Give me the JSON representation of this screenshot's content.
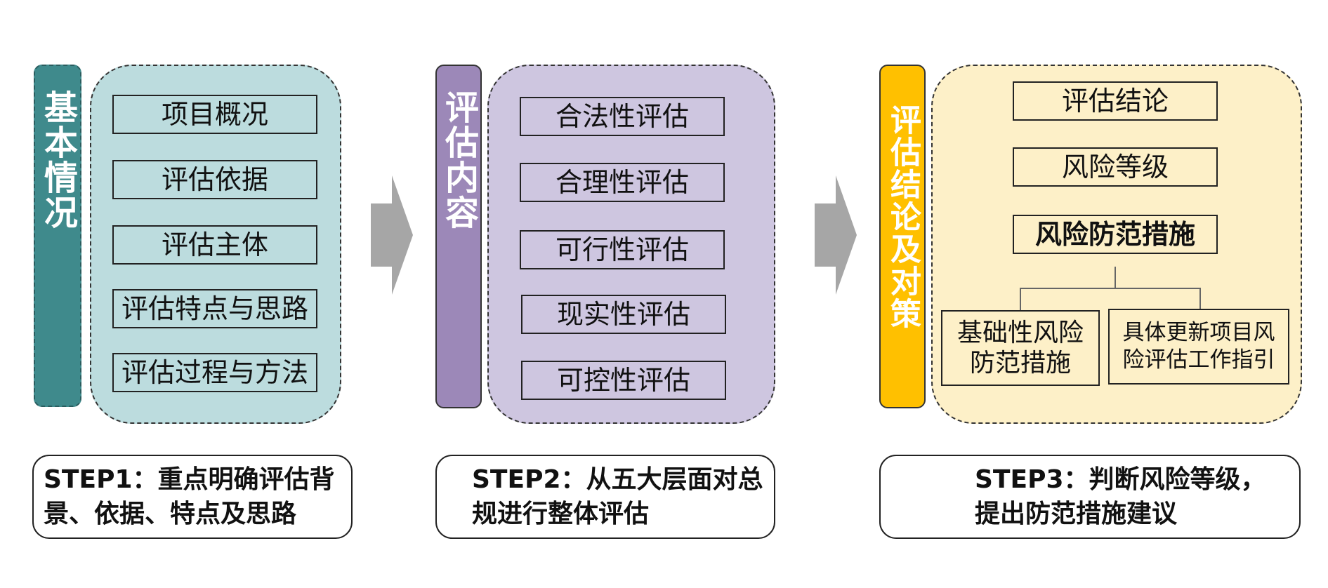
{
  "colors": {
    "teal": "#3f8a8c",
    "teal_panel": "#bcdcde",
    "purple": "#9c88b8",
    "purple_panel": "#cec6e0",
    "gold": "#ffc000",
    "gold_panel": "#fdf0c8",
    "arrow": "#a6a6a6"
  },
  "section1": {
    "bar_label": "基本情况",
    "items": [
      "项目概况",
      "评估依据",
      "评估主体",
      "评估特点与思路",
      "评估过程与方法"
    ],
    "step_line1": "STEP1：重点明确评估背",
    "step_line2": "景、依据、特点及思路"
  },
  "section2": {
    "bar_label": "评估内容",
    "items": [
      "合法性评估",
      "合理性评估",
      "可行性评估",
      "现实性评估",
      "可控性评估"
    ],
    "step_line1": "STEP2：从五大层面对总",
    "step_line2": "规进行整体评估"
  },
  "section3": {
    "bar_label": "评估结论及对策",
    "items": [
      "评估结论",
      "风险等级",
      "风险防范措施"
    ],
    "sub_items": [
      "基础性风险防范措施",
      "具体更新项目风险评估工作指引"
    ],
    "step_line1": "STEP3：判断风险等级，",
    "step_line2": "提出防范措施建议"
  },
  "arrows": [
    "right-arrow",
    "right-arrow"
  ]
}
